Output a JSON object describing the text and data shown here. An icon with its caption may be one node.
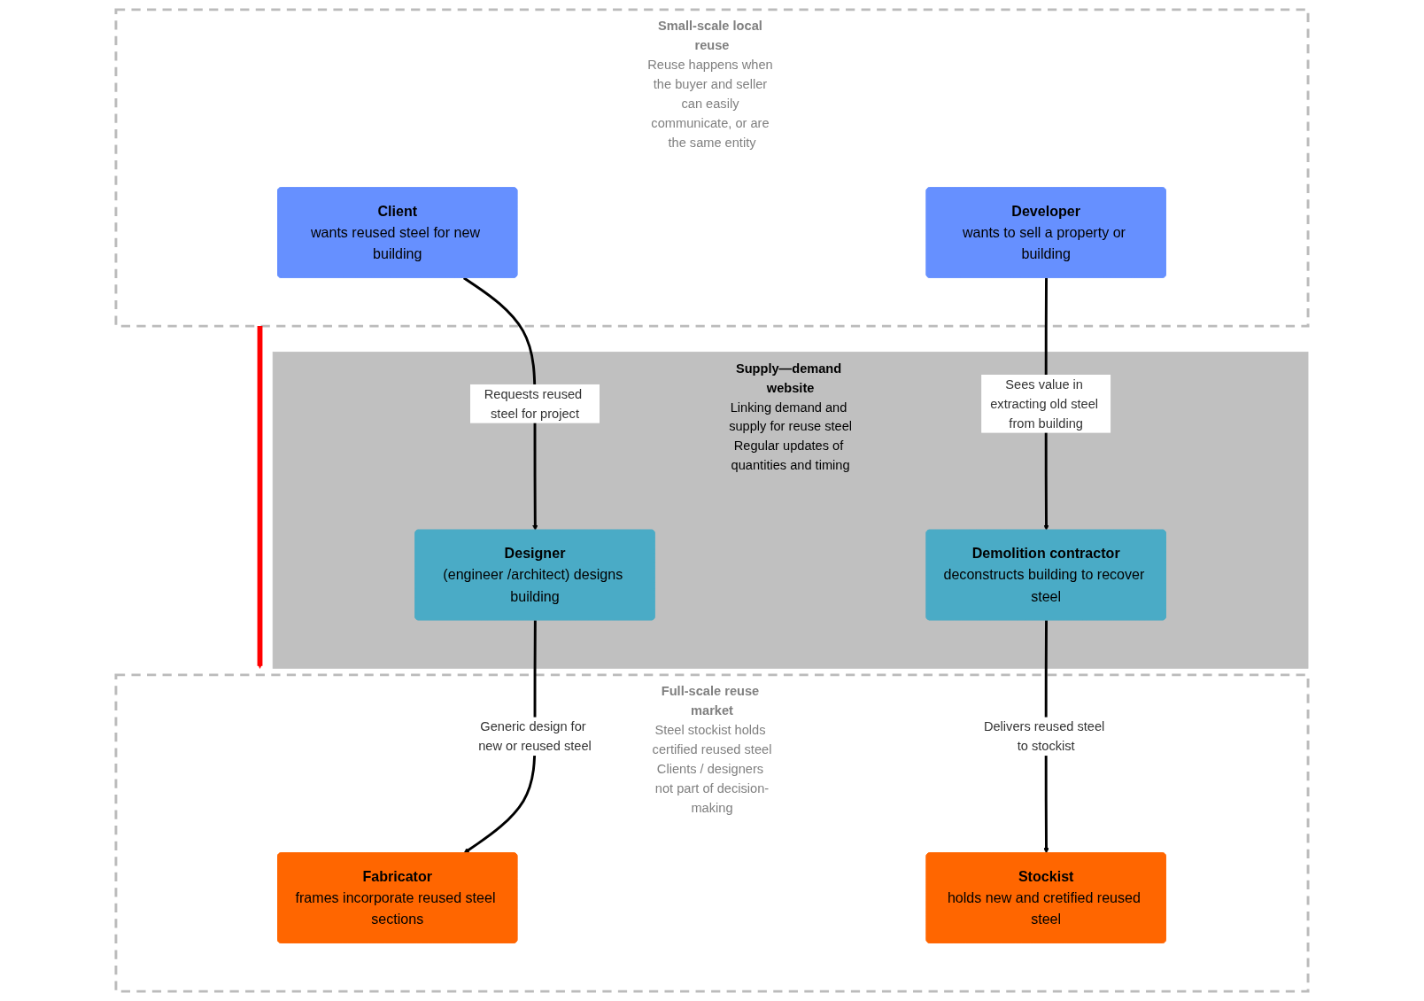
{
  "diagram": {
    "nodes": [
      {
        "text": [
          "Small-scale local reuse",
          "Reuse happens when the buyer and seller can easily communicate, or are the same entity"
        ]
      },
      {
        "text": [
          "Client",
          "wants reused steel for new building"
        ],
        "in": 0
      },
      {
        "text": [
          "Developer",
          "wants to sell a property or building"
        ],
        "in": 0
      },
      {
        "text": [
          "Supply—demand website",
          "Linking demand and supply for reuse steel",
          "Regular updates of quantities and timing"
        ]
      },
      {
        "text": [
          "Designer",
          "(engineer /architect) designs building"
        ],
        "in": 3
      },
      {
        "text": [
          "Demolition contractor",
          "deconstructs building to recover steel"
        ],
        "in": 3
      },
      {
        "text": [
          "Full-scale reuse market",
          "Steel stockist holds certified reused steel",
          "Clients / designers not part of decision-making"
        ]
      },
      {
        "text": [
          "Fabricator",
          "frames incorporate reused steel sections"
        ],
        "in": 6
      },
      {
        "text": [
          "Stockist",
          "holds new and cretified reused steel"
        ],
        "in": 6
      }
    ],
    "edges": [
      {
        "from": 1,
        "to": 4,
        "arrow": "to",
        "label": "Requests reused steel for project"
      },
      {
        "from": 2,
        "to": 5,
        "arrow": "to",
        "label": "Sees value in extracting old steel from building"
      },
      {
        "from": 0,
        "to": 6,
        "arrow": "to",
        "style": "thick",
        "color": "#ff0000"
      },
      {
        "from": 4,
        "to": 7,
        "arrow": "to",
        "label": "Generic design for new or reused steel"
      },
      {
        "from": 5,
        "to": 8,
        "arrow": "to",
        "label": "Delivers reused steel to stockist"
      }
    ]
  }
}
